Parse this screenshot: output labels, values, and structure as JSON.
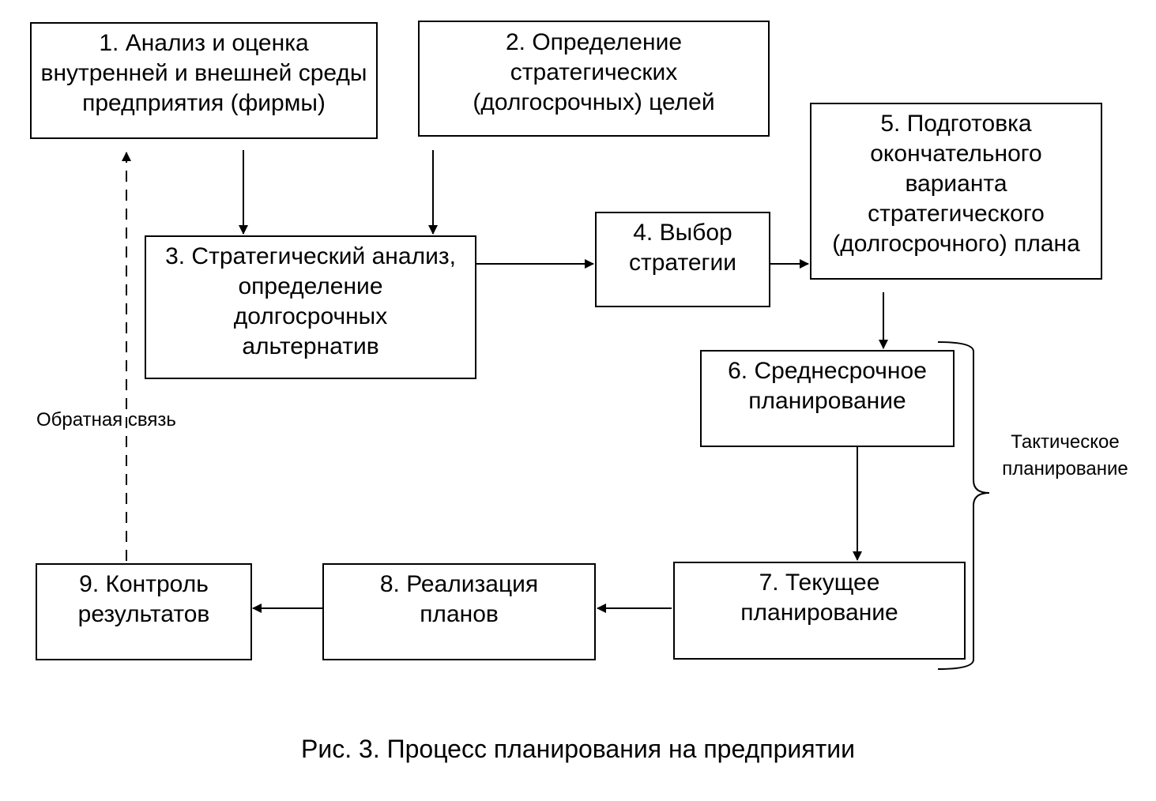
{
  "boxes": {
    "b1": "1. Анализ и оценка\nвнутренней и внешней среды\nпредприятия (фирмы)",
    "b2": "2. Определение\nстратегических\n(долгосрочных) целей",
    "b3": "3. Стратегический анализ,\nопределение\nдолгосрочных\nальтернатив",
    "b4": "4. Выбор\nстратегии",
    "b5": "5. Подготовка\nокончательного\nварианта\nстратегического\n(долгосрочного) плана",
    "b6": "6. Среднесрочное\nпланирование",
    "b7": "7. Текущее\nпланирование",
    "b8": "8. Реализация\nпланов",
    "b9": "9. Контроль\nрезультатов"
  },
  "labels": {
    "feedback": "Обратная связь",
    "tactical": "Тактическое\nпланирование",
    "caption": "Рис. 3. Процесс планирования на предприятии"
  },
  "colors": {
    "line": "#000000",
    "background": "#ffffff"
  }
}
